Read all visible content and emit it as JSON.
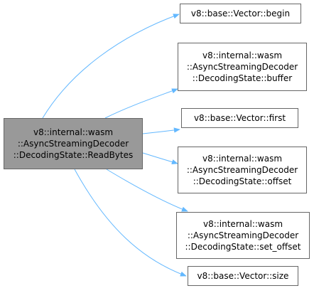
{
  "source_node": {
    "lines": [
      "v8::internal::wasm",
      "::AsyncStreamingDecoder",
      "::DecodingState::ReadBytes"
    ]
  },
  "targets": [
    {
      "id": "begin",
      "lines": [
        "v8::base::Vector::begin"
      ]
    },
    {
      "id": "buffer",
      "lines": [
        "v8::internal::wasm",
        "::AsyncStreamingDecoder",
        "::DecodingState::buffer"
      ]
    },
    {
      "id": "first",
      "lines": [
        "v8::base::Vector::first"
      ]
    },
    {
      "id": "offset",
      "lines": [
        "v8::internal::wasm",
        "::AsyncStreamingDecoder",
        "::DecodingState::offset"
      ]
    },
    {
      "id": "set_offset",
      "lines": [
        "v8::internal::wasm",
        "::AsyncStreamingDecoder",
        "::DecodingState::set_offset"
      ]
    },
    {
      "id": "size",
      "lines": [
        "v8::base::Vector::size"
      ]
    }
  ],
  "colors": {
    "edge": "#63b8ff",
    "source_fill": "#999999",
    "node_border": "#666666",
    "node_fill": "#ffffff"
  }
}
